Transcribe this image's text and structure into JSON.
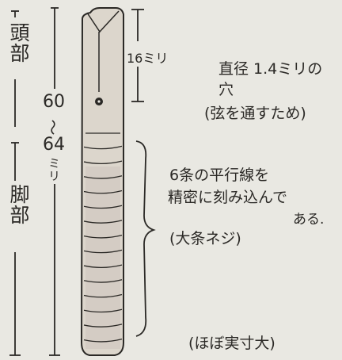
{
  "left_labels": {
    "head": "頭部",
    "leg": "脚部"
  },
  "dimensions": {
    "total": "60〜64ミリ",
    "total_min": "60",
    "total_tilde": "〜",
    "total_max": "64",
    "total_unit": "ミリ",
    "head_length": "16ミリ"
  },
  "annotations": {
    "hole_line1": "直径 1.4ミリの",
    "hole_line2": "穴",
    "hole_line3": "(弦を通すため)",
    "grooves_line1": "6条の平行線を",
    "grooves_line2": "精密に刻み込んで",
    "grooves_line3": "ある.",
    "grooves_line4": "(大条ネジ)",
    "scale_note": "(ほぼ実寸大)"
  },
  "colors": {
    "paper": "#e9e8e2",
    "ink": "#2b2926",
    "peg_fill": "#dcd6cc",
    "peg_shade": "#c7b9b5"
  },
  "groove_count": 14
}
